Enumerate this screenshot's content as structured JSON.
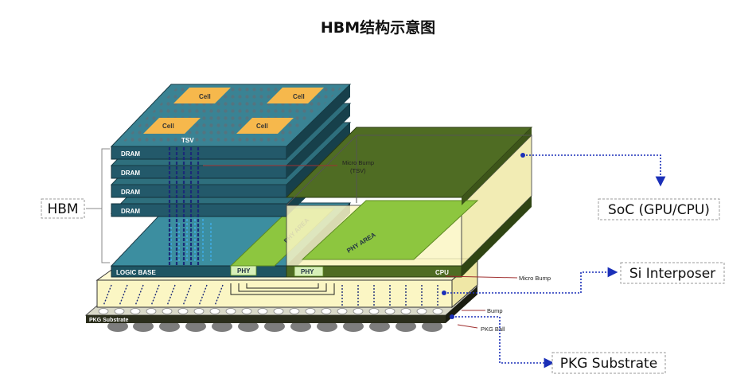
{
  "title": "HBM结构示意图",
  "labels": {
    "cell": "Cell",
    "tsv": "TSV",
    "dram": "DRAM",
    "logic_base": "LOGIC BASE",
    "phy": "PHY",
    "phy_area": "PHY AREA",
    "cpu": "CPU",
    "micro_bump_tsv_line1": "Micro Bump",
    "micro_bump_tsv_line2": "(TSV)",
    "micro_bump": "Micro Bump",
    "bump": "Bump",
    "pkg_ball": "PKG Ball",
    "pkg_substrate_small": "PKG Substrate"
  },
  "callouts": {
    "hbm": "HBM",
    "soc": "SoC (GPU/CPU)",
    "si_interposer": "Si Interposer",
    "pkg_substrate": "PKG Substrate"
  },
  "colors": {
    "dram_teal": "#2e6f7d",
    "cell_orange": "#f6b84c",
    "soc_green": "#4f6c23",
    "phy_green": "#8dc63f",
    "interposer_yellow": "#fbf6c4",
    "substrate_dark": "#2b2e1c",
    "ball_gray": "#7d7d7d",
    "arrow_blue": "#1a2fb8",
    "tsv_navy": "#1b2a78"
  }
}
